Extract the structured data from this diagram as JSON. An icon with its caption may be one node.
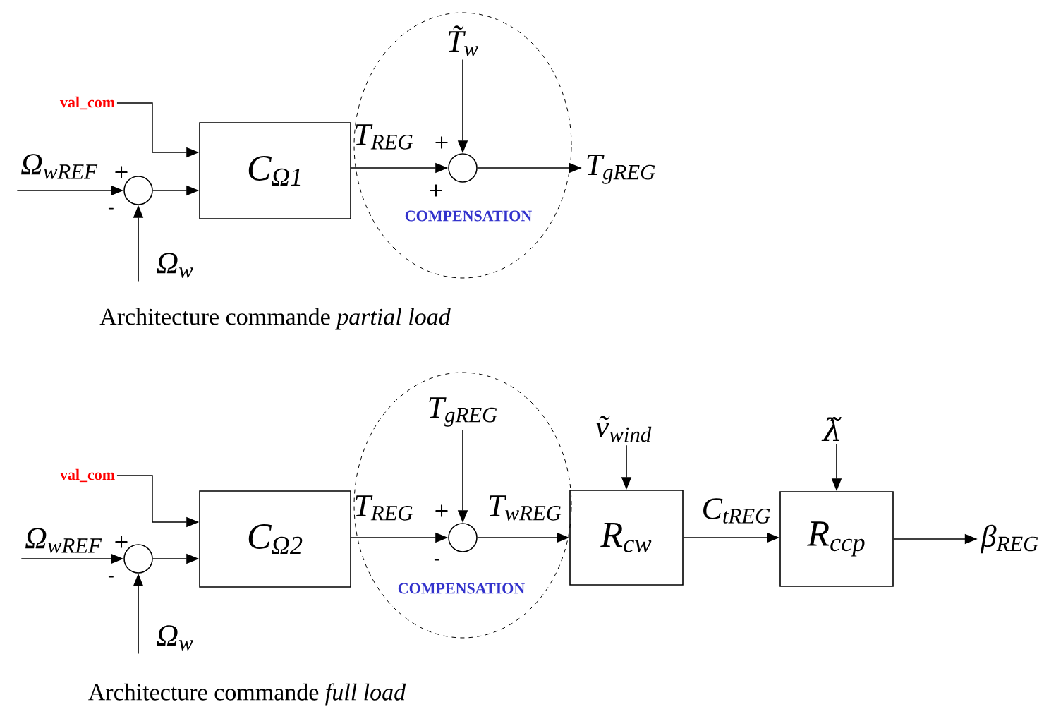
{
  "diagram": {
    "nodes": [
      {
        "text": [
          "val_com"
        ]
      },
      {
        "text": [
          "Ω$_{wREF}$"
        ]
      },
      {
        "text": [],
        "shape": "circle"
      },
      {
        "text": [
          "Ω$_{w}$"
        ]
      },
      {
        "text": [
          "C$_{Ω1}$"
        ]
      },
      {
        "text": [
          "COMPENSATION"
        ]
      },
      {
        "text": [
          "T̃$_{w}$"
        ],
        "in": 5
      },
      {
        "text": [],
        "shape": "circle",
        "in": 5
      },
      {
        "text": [
          "T$_{gREG}$"
        ]
      },
      {
        "text": [
          "val_com"
        ]
      },
      {
        "text": [
          "Ω$_{wREF}$"
        ]
      },
      {
        "text": [],
        "shape": "circle"
      },
      {
        "text": [
          "Ω$_{w}$"
        ]
      },
      {
        "text": [
          "C$_{Ω2}$"
        ]
      },
      {
        "text": [
          "COMPENSATION"
        ]
      },
      {
        "text": [
          "T$_{gREG}$"
        ],
        "in": 14
      },
      {
        "text": [],
        "shape": "circle",
        "in": 14
      },
      {
        "text": [
          "R$_{cw}$"
        ]
      },
      {
        "text": [
          "ṽ$_{wind}$"
        ]
      },
      {
        "text": [
          "R$_{ccp}$"
        ]
      },
      {
        "text": [
          "λ̃"
        ]
      },
      {
        "text": [
          "β$_{REG}$"
        ]
      }
    ],
    "edges": [
      {
        "from": 0,
        "to": 4,
        "arrow": "to"
      },
      {
        "from": 1,
        "to": 2,
        "arrow": "to"
      },
      {
        "from": 3,
        "to": 2,
        "arrow": "to"
      },
      {
        "from": 2,
        "to": 4,
        "arrow": "to"
      },
      {
        "from": 4,
        "to": 7,
        "arrow": "to",
        "label": "T$_{REG}$"
      },
      {
        "from": 6,
        "to": 7,
        "arrow": "to"
      },
      {
        "from": 7,
        "to": 8,
        "arrow": "to"
      },
      {
        "from": 9,
        "to": 13,
        "arrow": "to"
      },
      {
        "from": 10,
        "to": 11,
        "arrow": "to"
      },
      {
        "from": 12,
        "to": 11,
        "arrow": "to"
      },
      {
        "from": 11,
        "to": 13,
        "arrow": "to"
      },
      {
        "from": 13,
        "to": 16,
        "arrow": "to",
        "label": "T$_{REG}$"
      },
      {
        "from": 15,
        "to": 16,
        "arrow": "to"
      },
      {
        "from": 16,
        "to": 17,
        "arrow": "to",
        "label": "T$_{wREG}$"
      },
      {
        "from": 18,
        "to": 17,
        "arrow": "to"
      },
      {
        "from": 17,
        "to": 19,
        "arrow": "to",
        "label": "C$_{tREG}$"
      },
      {
        "from": 20,
        "to": 19,
        "arrow": "to"
      },
      {
        "from": 19,
        "to": 21,
        "arrow": "to"
      }
    ],
    "labels": [
      "+",
      "+",
      "-",
      "+",
      "Architecture commande *partial load*",
      "+",
      "+",
      "-",
      "-",
      "Architecture commande *full load*"
    ]
  }
}
